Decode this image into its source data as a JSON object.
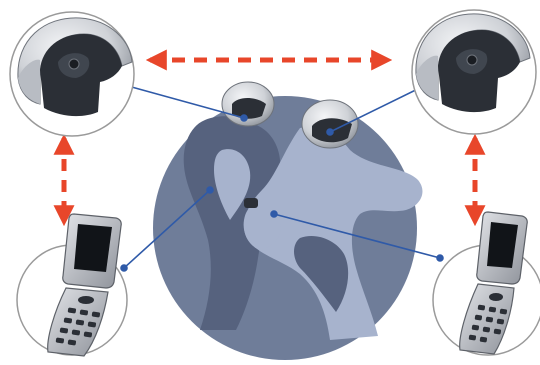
{
  "diagram": {
    "nodes": [
      {
        "id": "helmet-left",
        "kind": "helmet-icon"
      },
      {
        "id": "helmet-right",
        "kind": "helmet-icon"
      },
      {
        "id": "phone-left",
        "kind": "mobile-phone-icon"
      },
      {
        "id": "phone-right",
        "kind": "mobile-phone-icon"
      },
      {
        "id": "riders",
        "kind": "motorcycle-riders-illustration"
      }
    ],
    "links": [
      {
        "from": "helmet-left",
        "to": "helmet-right",
        "style": "dashed-double-arrow"
      },
      {
        "from": "helmet-left",
        "to": "phone-left",
        "style": "dashed-double-arrow"
      },
      {
        "from": "helmet-right",
        "to": "phone-right",
        "style": "dashed-double-arrow"
      },
      {
        "from": "helmet-left",
        "to": "riders",
        "style": "callout-line"
      },
      {
        "from": "helmet-right",
        "to": "riders",
        "style": "callout-line"
      },
      {
        "from": "phone-left",
        "to": "riders",
        "style": "callout-line"
      },
      {
        "from": "phone-right",
        "to": "riders",
        "style": "callout-line"
      }
    ]
  },
  "colors": {
    "arrow": "#e8462a",
    "callout": "#2f5aa8",
    "ring": "#9a9a9a",
    "disc": "#6f7d99",
    "rider_dark": "#56627e",
    "rider_light": "#a7b3cd",
    "helmet_shell": "#d8dade",
    "helmet_dark": "#2b2f36",
    "phone_body": "#b9bcc2",
    "phone_screen": "#111418"
  }
}
